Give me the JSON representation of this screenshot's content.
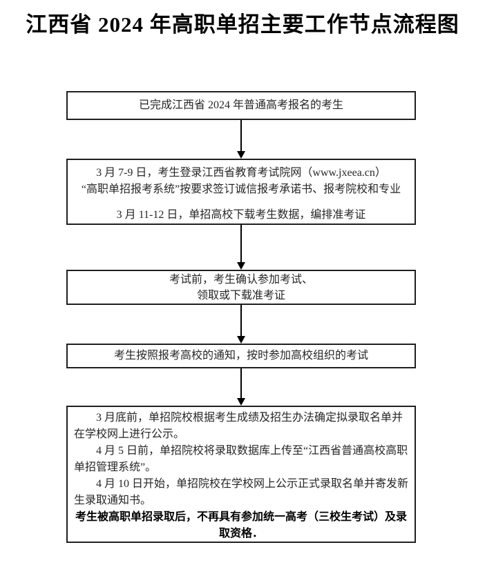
{
  "page": {
    "title": "江西省 2024 年高职单招主要工作节点流程图",
    "background_color": "#ffffff",
    "border_color": "#1f1f1f",
    "text_color": "#262626",
    "arrow_color": "#000000"
  },
  "flowchart": {
    "box1": {
      "line1": "已完成江西省 2024 年普通高考报名的考生"
    },
    "box2": {
      "line1": "3 月 7-9 日，考生登录江西省教育考试院网（www.jxeea.cn）",
      "line2": "“高职单招报考系统”按要求签订诚信报考承诺书、报考院校和专业",
      "line3": "3 月 11-12 日，单招高校下载考生数据，编排准考证"
    },
    "box3": {
      "line1": "考试前，考生确认参加考试、",
      "line2": "领取或下载准考证"
    },
    "box4": {
      "line1": "考生按照报考高校的通知，按时参加高校组织的考试"
    },
    "box5": {
      "para1": "3 月底前，单招院校根据考生成绩及招生办法确定拟录取名单并在学校网上进行公示。",
      "para2": "4 月 5 日前，单招院校将录取数据库上传至“江西省普通高校高职单招管理系统”。",
      "para3": "4 月 10 日开始，单招院校在学校网上公示正式录取名单并寄发新生录取通知书。",
      "bold_note": "考生被高职单招录取后，不再具有参加统一高考（三校生考试）及录取资格．"
    }
  }
}
